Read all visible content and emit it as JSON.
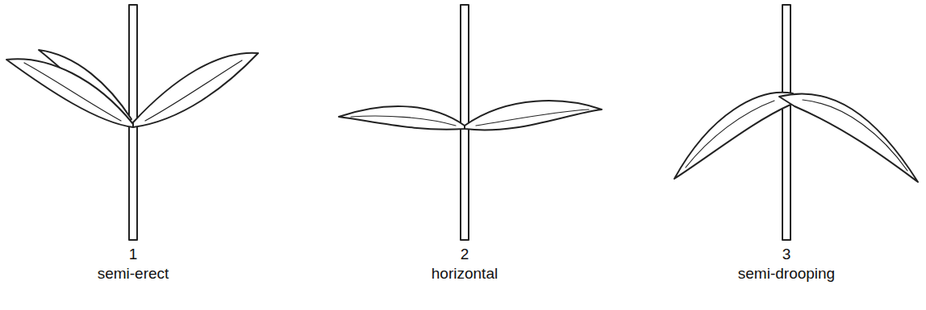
{
  "diagram": {
    "labels": [
      "1",
      "semi-erect",
      "2",
      "horizontal",
      "3",
      "semi-drooping"
    ]
  }
}
